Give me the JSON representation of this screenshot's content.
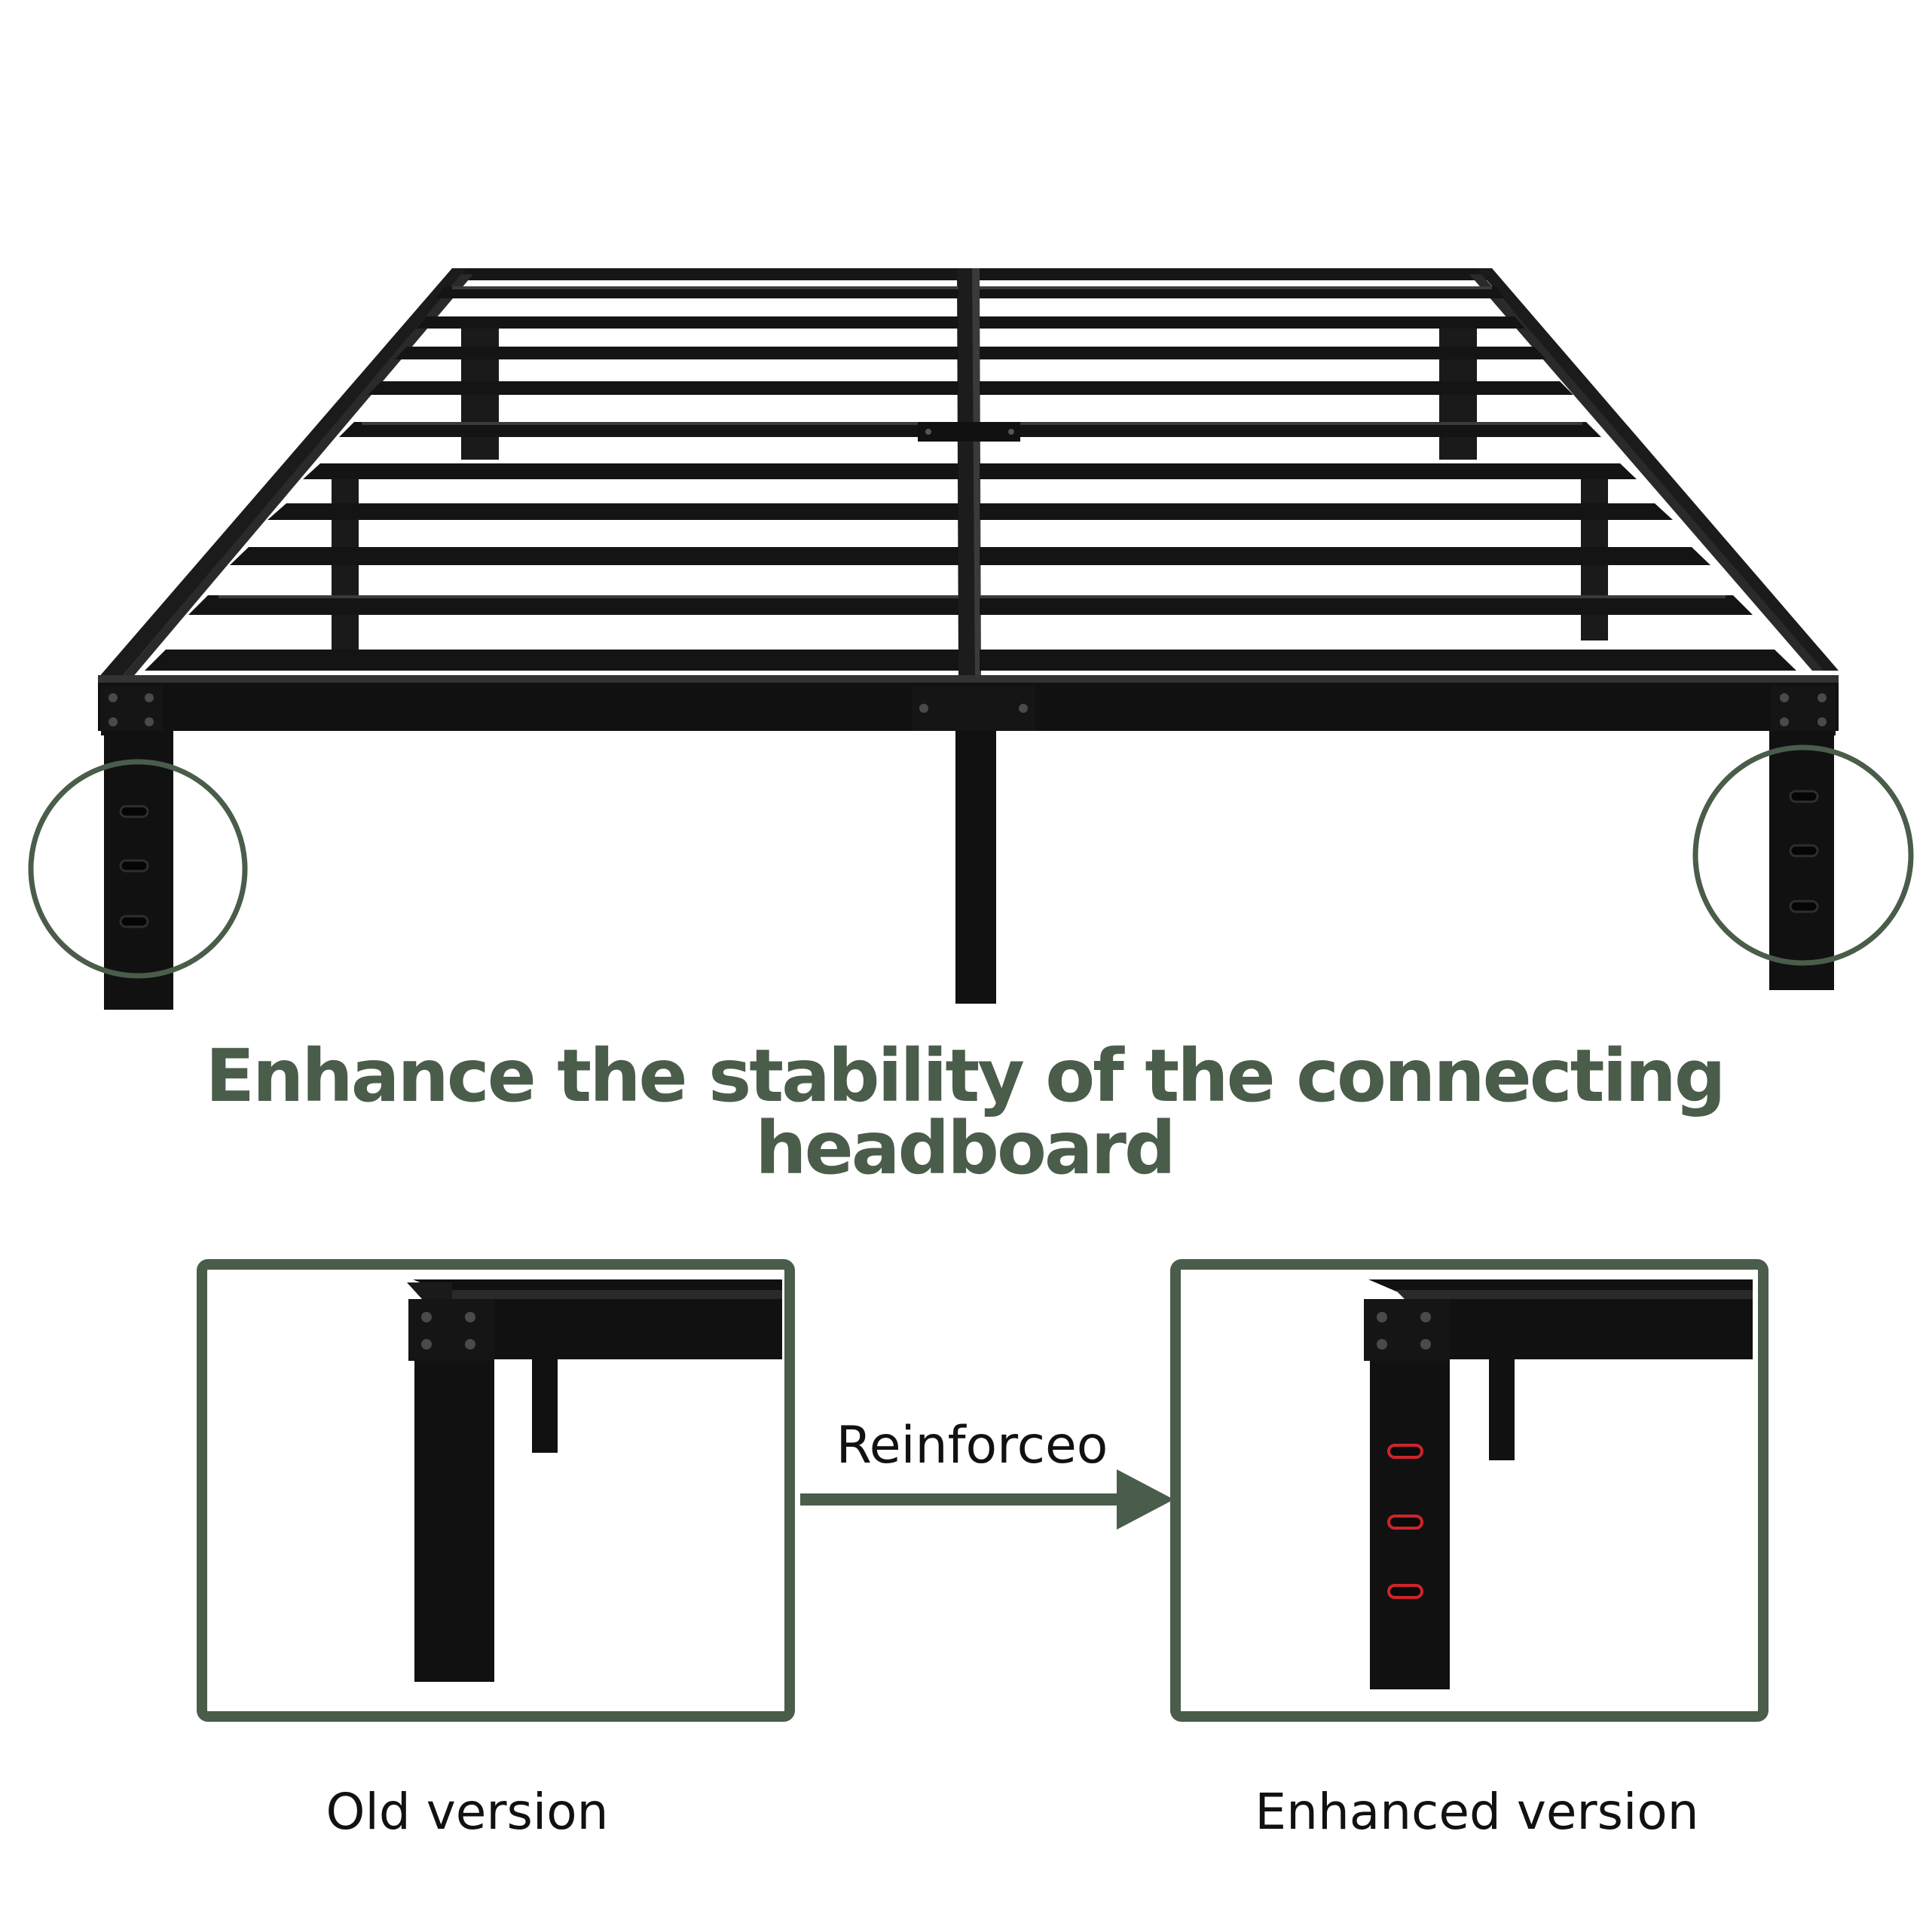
{
  "headline": "Enhance the stability of the connecting headboard",
  "arrow_label": "Reinforceo",
  "old_caption": "Old version",
  "new_caption": "Enhanced version",
  "colors": {
    "accent_green": "#4a5c4a",
    "frame_black": "#111111",
    "slot_highlight": "#d0242a",
    "background": "#ffffff"
  },
  "icons": [
    "zoom-circle-left",
    "zoom-circle-right",
    "right-arrow-icon"
  ]
}
